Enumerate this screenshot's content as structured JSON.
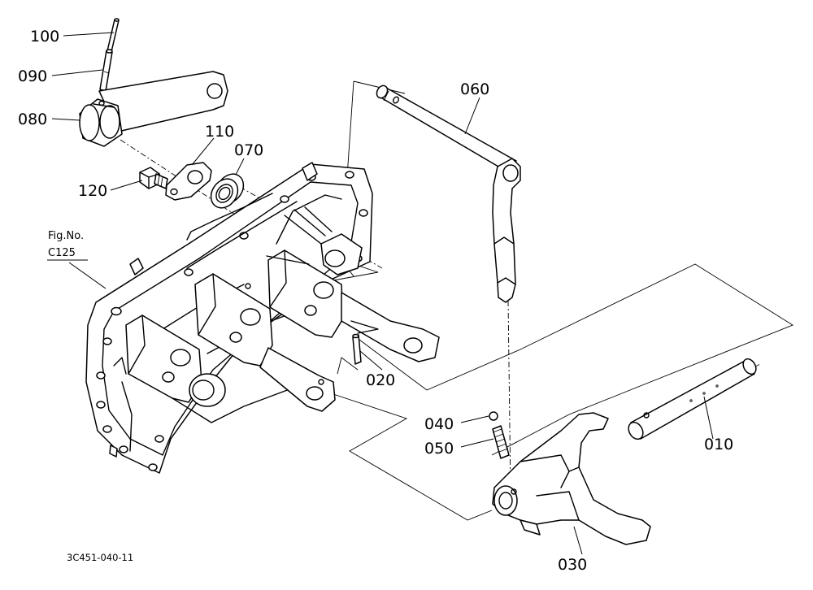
{
  "callouts": [
    {
      "id": "c100",
      "text": "100"
    },
    {
      "id": "c090",
      "text": "090"
    },
    {
      "id": "c080",
      "text": "080"
    },
    {
      "id": "c110",
      "text": "110"
    },
    {
      "id": "c070",
      "text": "070"
    },
    {
      "id": "c120",
      "text": "120"
    },
    {
      "id": "c060",
      "text": "060"
    },
    {
      "id": "c020",
      "text": "020"
    },
    {
      "id": "c040",
      "text": "040"
    },
    {
      "id": "c050",
      "text": "050"
    },
    {
      "id": "c010",
      "text": "010"
    },
    {
      "id": "c030",
      "text": "030"
    }
  ],
  "figure_ref": {
    "line1": "Fig.No.",
    "line2": "C125"
  },
  "drawing_code": "3C451-040-11"
}
